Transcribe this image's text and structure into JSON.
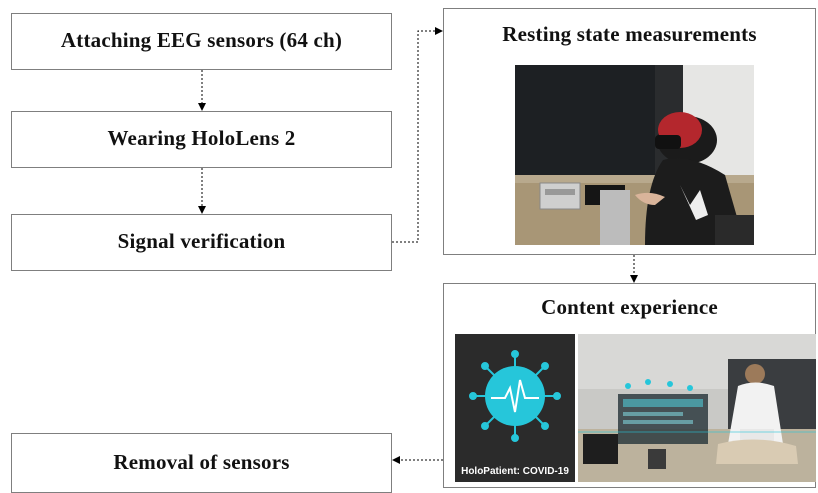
{
  "steps": {
    "attach": "Attaching EEG sensors (64 ch)",
    "wear": "Wearing HoloLens 2",
    "verify": "Signal verification",
    "resting": "Resting state measurements",
    "content": "Content experience",
    "removal": "Removal of sensors"
  },
  "content_caption": "HoloPatient: COVID-19",
  "colors": {
    "border": "#7f7f7f",
    "arrow": "#000000",
    "logo_circle": "#26c6da",
    "logo_bg": "#2b2b2b"
  }
}
